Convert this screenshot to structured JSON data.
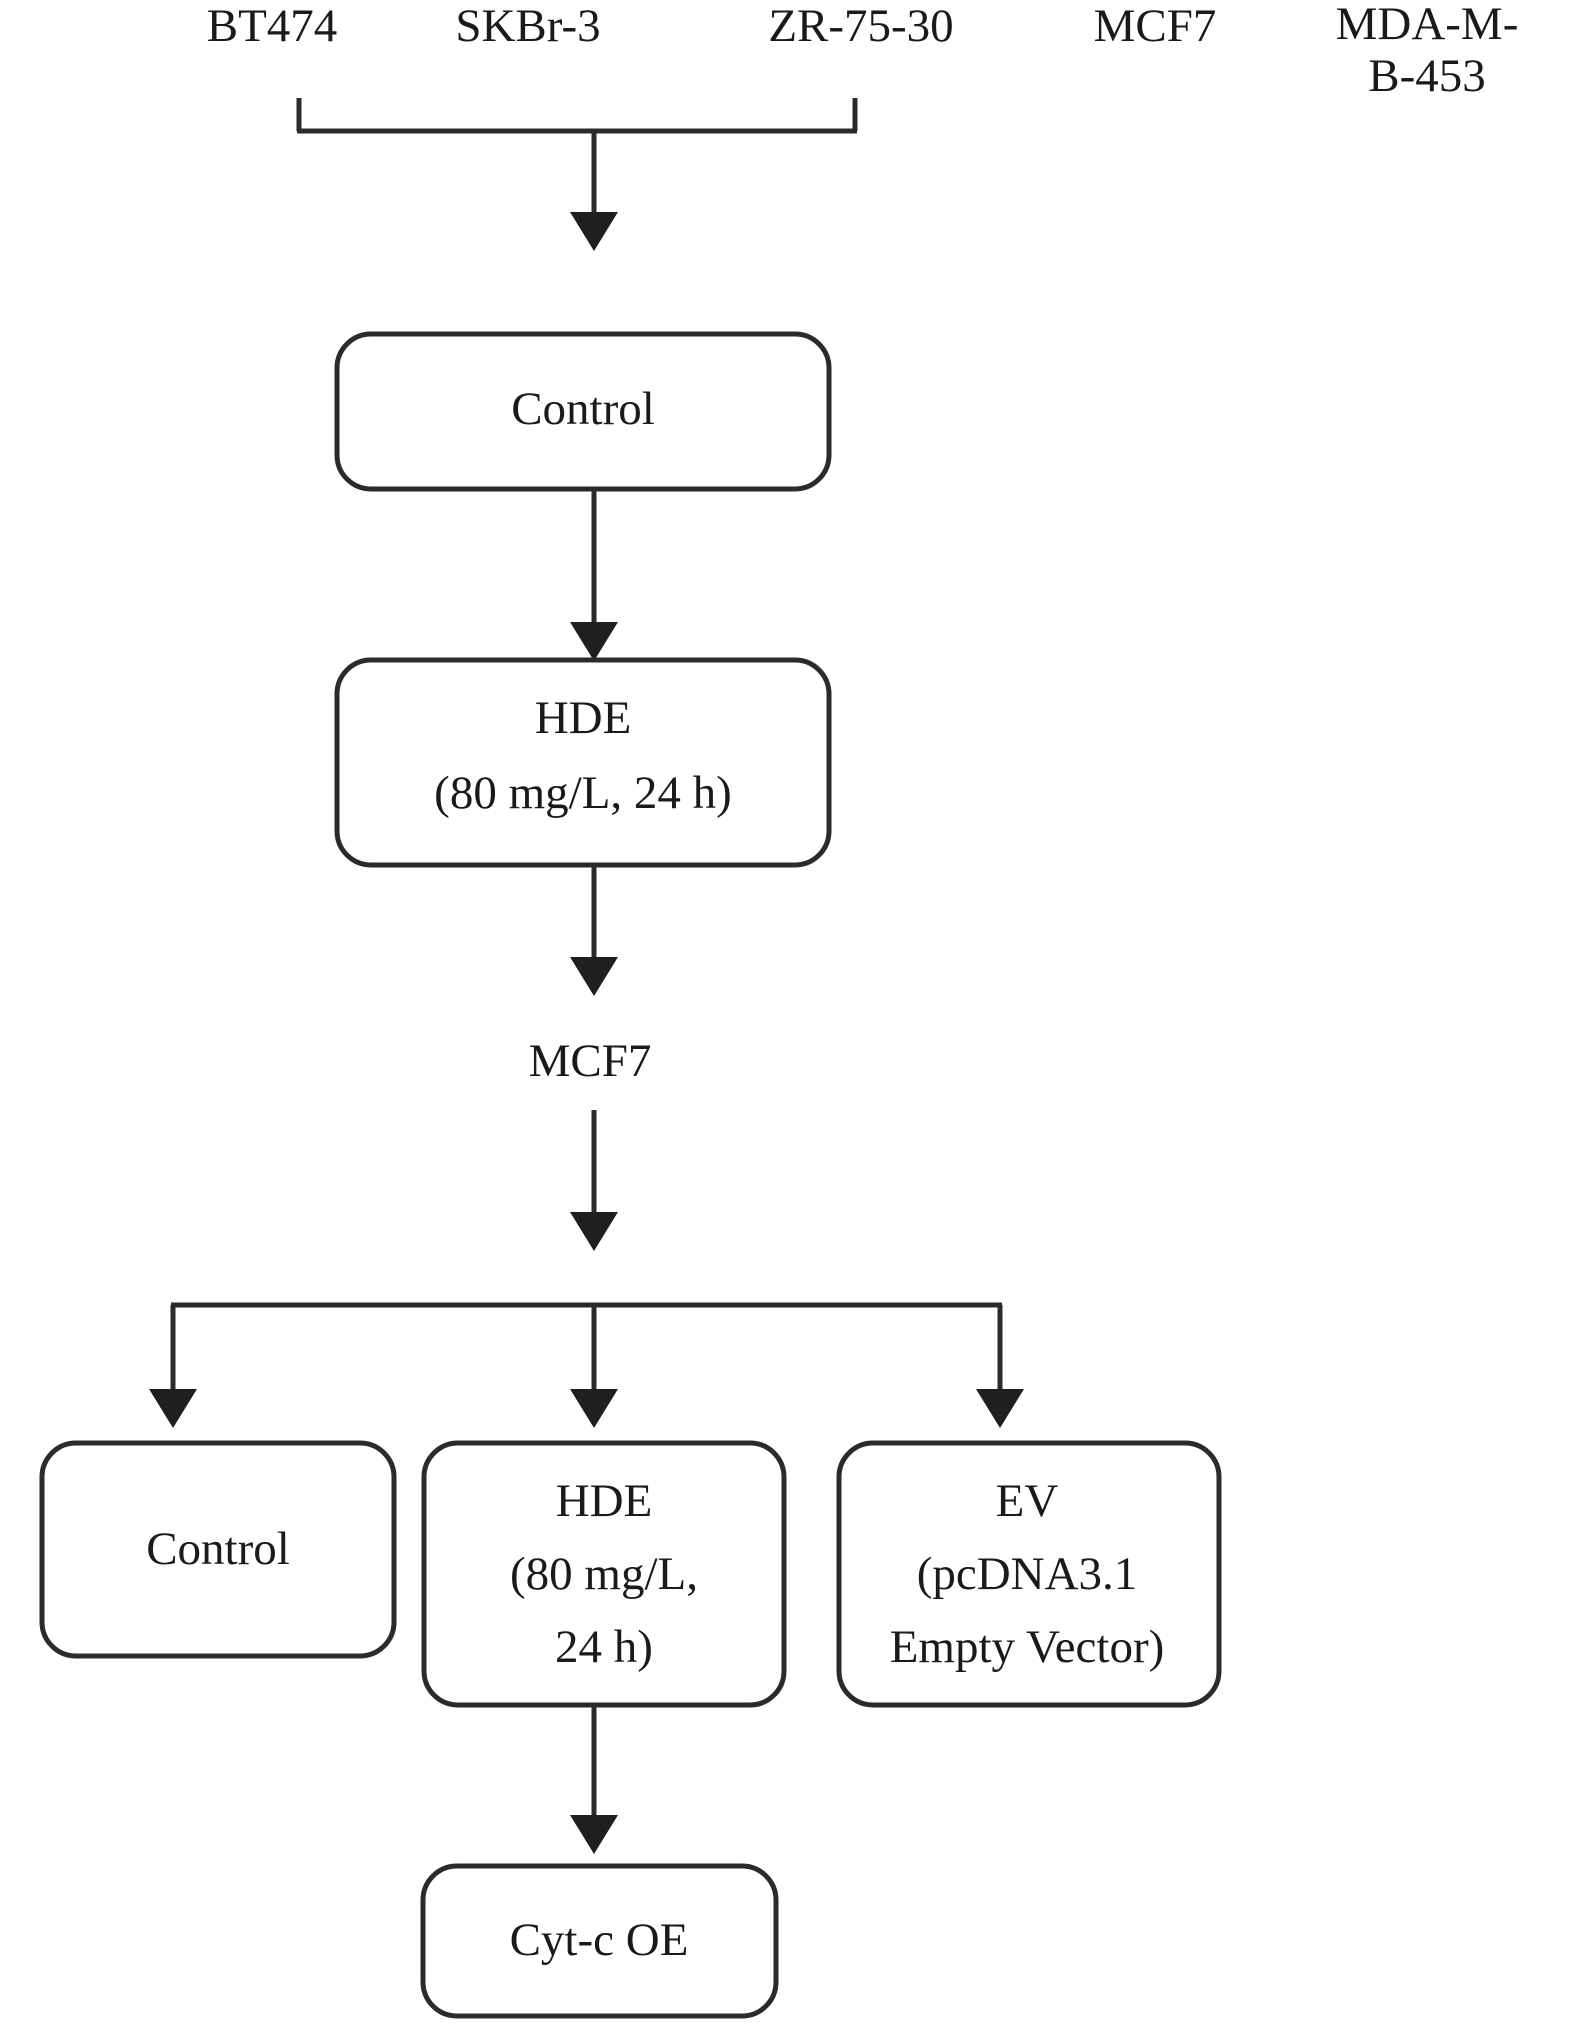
{
  "diagram": {
    "title": "Experimental design flowchart",
    "colors": {
      "stroke": "#2b2b2b",
      "arrow_fill": "#1f1f1f",
      "box_fill": "#ffffff",
      "text": "#1a1a1a",
      "background": "#ffffff"
    },
    "cell_lines_header": [
      {
        "label": "BT474"
      },
      {
        "label": "SKBr-3"
      },
      {
        "label": "ZR-75-30"
      },
      {
        "label": "MCF7"
      },
      {
        "label_line1": "MDA-M-",
        "label_line2": "B-453"
      }
    ],
    "stage_labels": [
      {
        "label": "MCF7"
      }
    ],
    "boxes": {
      "control_top": {
        "label": "Control"
      },
      "hde_top": {
        "line1": "HDE",
        "line2": "(80 mg/L, 24 h)"
      },
      "control_bottom": {
        "label": "Control"
      },
      "hde_bottom": {
        "line1": "HDE",
        "line2": "(80 mg/L,",
        "line3": "24 h)"
      },
      "ev_bottom": {
        "line1": "EV",
        "line2": "(pcDNA3.1",
        "line3": "Empty Vector)"
      },
      "cyt_c_oe": {
        "label": "Cyt-c OE"
      }
    }
  }
}
